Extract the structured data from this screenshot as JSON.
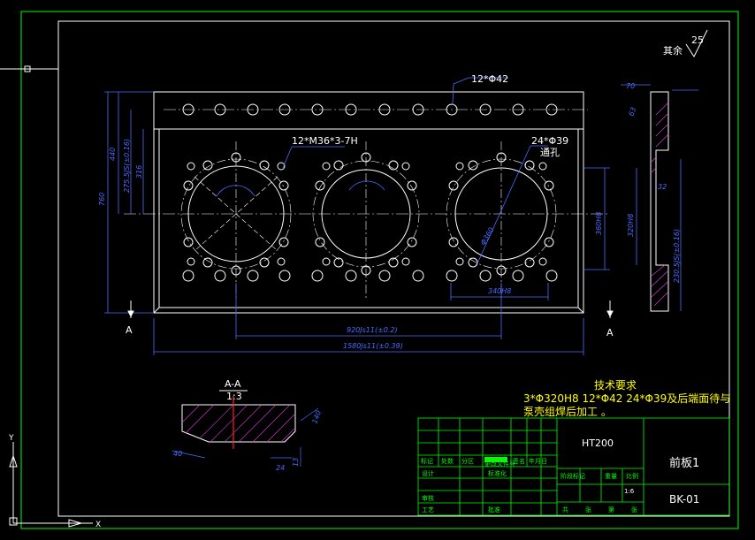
{
  "drawing": {
    "surface_finish": {
      "label": "其余",
      "value": "25"
    },
    "annotations": {
      "holes_top": "12*Φ42",
      "threads": "12*M36*3-7H",
      "holes_side": "24*Φ39",
      "through_hole": "通孔"
    },
    "dimensions": {
      "overall_height": "760",
      "height_440": "440",
      "height_275": "275.5JS(±0.16)",
      "height_316": "316",
      "bore_dia": "360H8",
      "bore_pitch": "920Js11(±0.2)",
      "overall_width": "1580Js11(±0.39)",
      "bolt_circle": "340H8",
      "side_320": "320H8",
      "side_230": "230.5JS(±0.16)",
      "side_top": "70",
      "side_63": "63",
      "side_32": "32",
      "bore_diag": "Φ360"
    },
    "section": {
      "title": "A-A",
      "scale": "1:3",
      "dim_left": "40",
      "dim_bottom": "24",
      "dim_right": "13",
      "dim_angle": "140"
    },
    "section_marks": [
      "A",
      "A"
    ],
    "tech": {
      "title": "技术要求",
      "line1": "3*Φ320H8 12*Φ42 24*Φ39及后端面待与",
      "line2": "泵壳组焊后加工 。"
    },
    "title_block": {
      "material": "HT200",
      "part_name": "前板1",
      "drawing_no": "BK-01",
      "scale": "1:6",
      "row_labels": [
        "标记",
        "处数",
        "分区",
        "更改文件号",
        "签名",
        "年月日"
      ],
      "left_labels": [
        "设计",
        "审核",
        "工艺"
      ],
      "mid_labels": [
        "标准化",
        "批准"
      ],
      "stage_labels": [
        "阶段标记",
        "重量",
        "比例"
      ],
      "bottom_labels": [
        "共",
        "张",
        "第",
        "张"
      ]
    }
  },
  "colors": {
    "background": "#000000",
    "frame": "#00ff00",
    "geometry": "#ffffff",
    "dimension": "#4a6cff",
    "hatch": "#d23cd2",
    "annotation": "#ffff00"
  }
}
